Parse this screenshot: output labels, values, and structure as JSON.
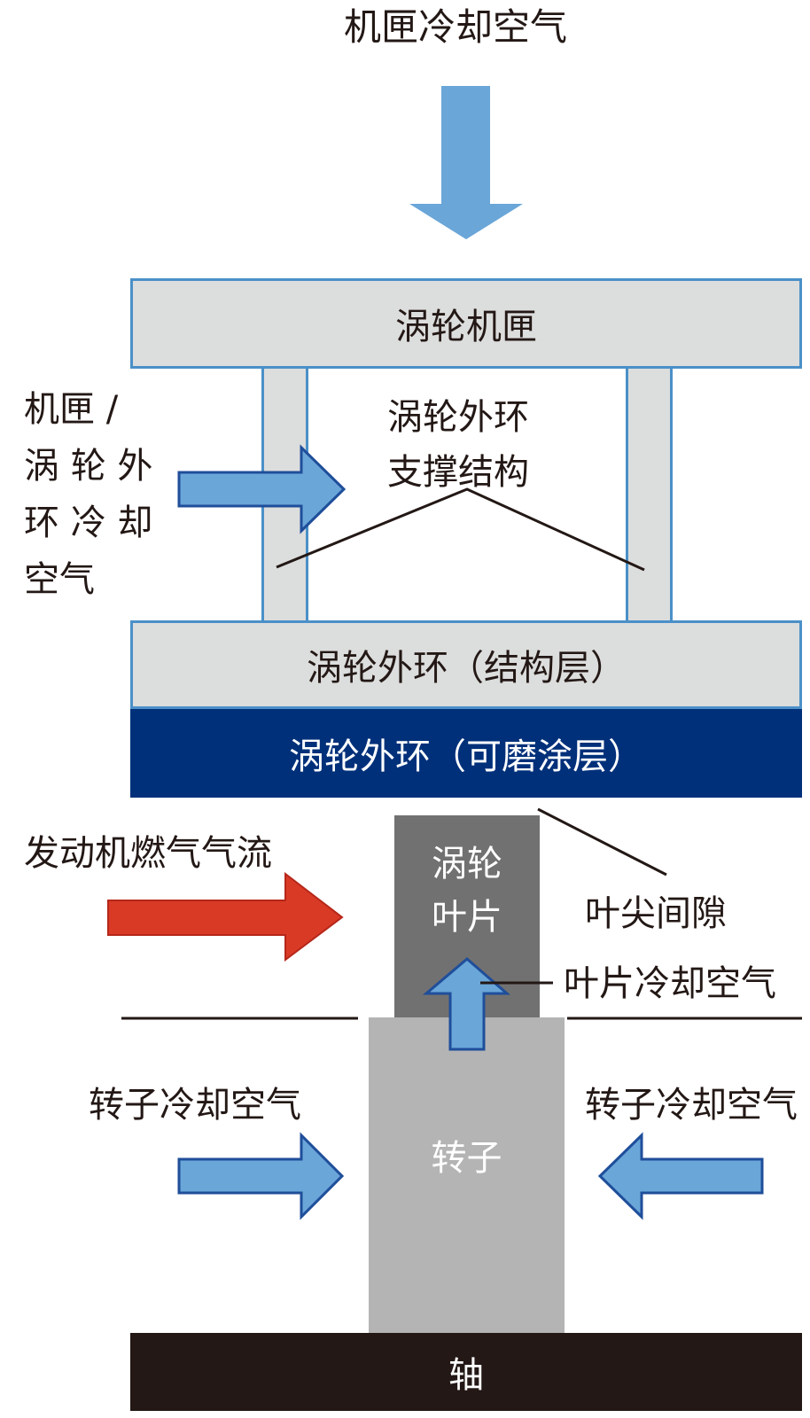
{
  "labels": {
    "casing_cooling_air": "机匣冷却空气",
    "turbine_casing": "涡轮机匣",
    "support_structure_line1": "涡轮外环",
    "support_structure_line2": "支撑结构",
    "ring_cooling_line1": "机匣 /",
    "ring_cooling_line2": "涡 轮 外",
    "ring_cooling_line3": "环 冷 却",
    "ring_cooling_line4": "空气",
    "outer_ring_structural": "涡轮外环（结构层）",
    "outer_ring_abradable": "涡轮外环（可磨涂层）",
    "engine_gas_flow": "发动机燃气气流",
    "turbine_blade_line1": "涡轮",
    "turbine_blade_line2": "叶片",
    "tip_clearance": "叶尖间隙",
    "blade_cooling_air": "叶片冷却空气",
    "rotor_cooling_air_left": "转子冷却空气",
    "rotor_cooling_air_right": "转子冷却空气",
    "rotor": "转子",
    "shaft": "轴"
  },
  "colors": {
    "light_gray": "#dcdddd",
    "cool_arrow": "#6aa6d8",
    "arrow_border": "#1f4e9a",
    "hot_arrow": "#d93a26",
    "abradable": "#00307a",
    "blade": "#727171",
    "rotor": "#b4b4b5",
    "shaft": "#231815"
  }
}
